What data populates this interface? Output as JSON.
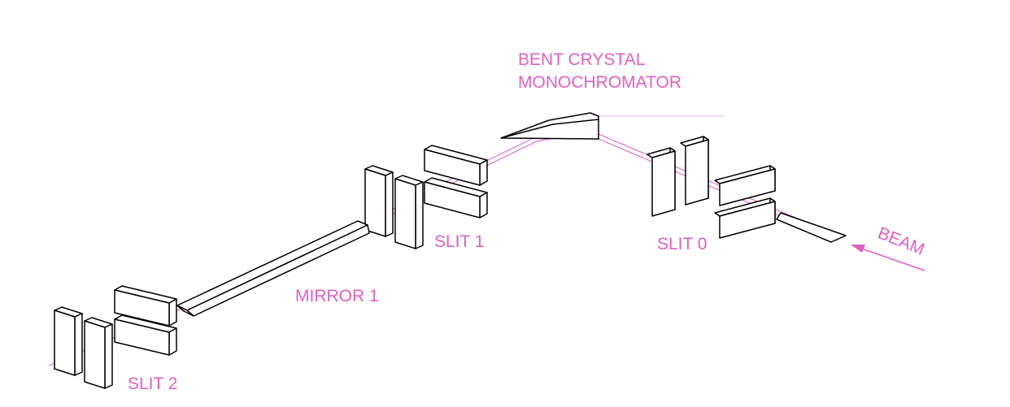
{
  "labels": {
    "crystal_line1": "BENT CRYSTAL",
    "crystal_line2": "MONOCHROMATOR",
    "slit0": "SLIT 0",
    "slit1": "SLIT 1",
    "slit2": "SLIT 2",
    "mirror1": "MIRROR 1",
    "beam": "BEAM"
  },
  "colors": {
    "beam": "#e070d0",
    "label": "#e060c0",
    "outline": "#000000"
  }
}
